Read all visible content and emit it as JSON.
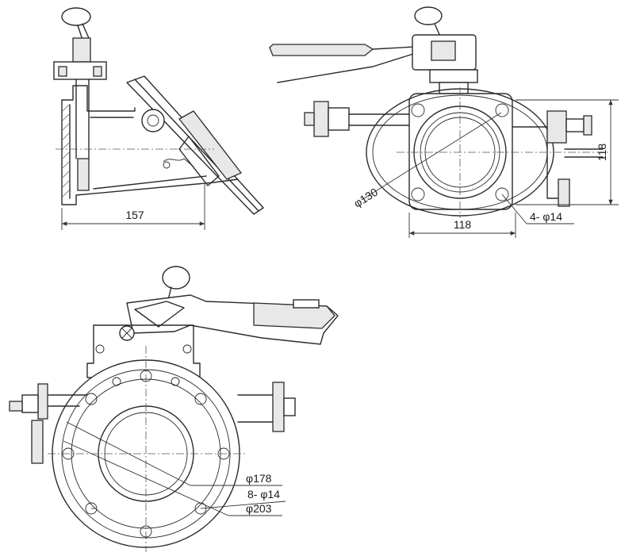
{
  "views": {
    "side": {
      "length_label": "157"
    },
    "top": {
      "bore_label": "φ130",
      "width_label": "118",
      "height_label": "118",
      "holes_label": "4- φ14"
    },
    "front": {
      "pcd_label": "φ178",
      "holes_label": "8- φ14",
      "flange_label": "φ203"
    }
  }
}
